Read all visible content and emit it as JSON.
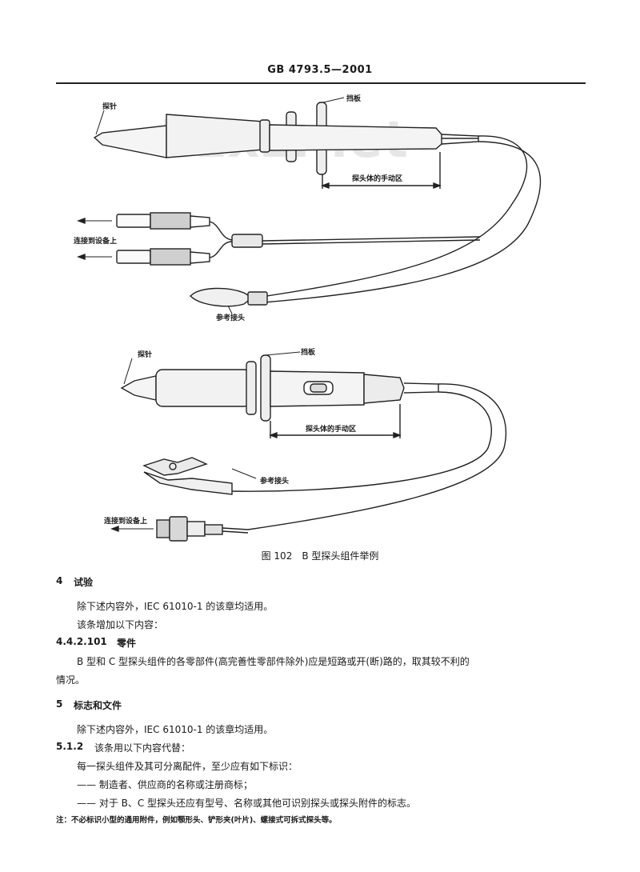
{
  "header": {
    "doc_code": "GB 4793.5—2001"
  },
  "watermark": "bzxz.net",
  "figure_top": {
    "probe_tip": "探针",
    "barrier": "挡板",
    "hand_area": "探头体的手动区",
    "to_equipment": "连接到设备上",
    "reference_connector": "参考接头"
  },
  "figure_bottom": {
    "probe_tip": "探针",
    "barrier": "挡板",
    "hand_area": "探头体的手动区",
    "reference_connector": "参考接头",
    "to_equipment": "连接到设备上"
  },
  "caption": "图 102　B 型探头组件举例",
  "section4": {
    "number": "4",
    "title": "试验",
    "p1": "除下述内容外，IEC 61010-1 的该章均适用。",
    "p2": "该条增加以下内容：",
    "sub_number": "4.4.2.101",
    "sub_title": "零件",
    "p3_line1": "B 型和 C 型探头组件的各零部件(高完善性零部件除外)应是短路或开(断)路的，取其较不利的",
    "p3_line2": "情况。"
  },
  "section5": {
    "number": "5",
    "title": "标志和文件",
    "p1": "除下述内容外，IEC 61010-1 的该章均适用。",
    "sub_number": "5.1.2",
    "sub_text": "该条用以下内容代替：",
    "p2": "每一探头组件及其可分离配件，至少应有如下标识：",
    "item1": "—— 制造者、供应商的名称或注册商标；",
    "item2": "—— 对于 B、C 型探头还应有型号、名称或其他可识别探头或探头附件的标志。",
    "note": "注：不必标识小型的通用附件，例如颚形头、铲形夹(叶片)、螺接式可拆式探头等。"
  }
}
